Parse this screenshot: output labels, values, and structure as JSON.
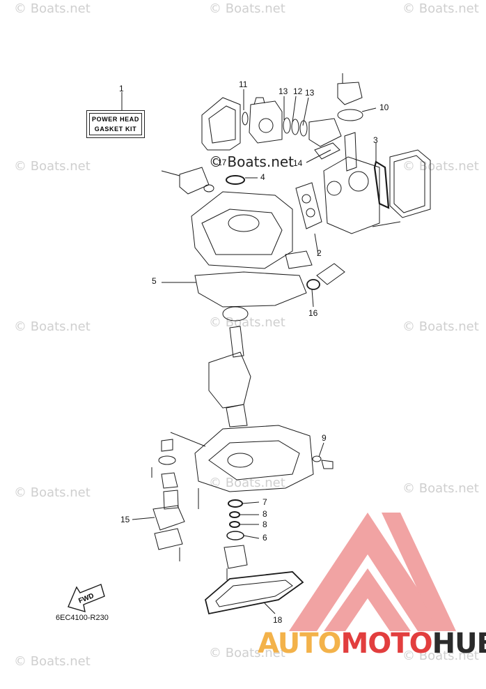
{
  "watermark": "© Boats.net",
  "watermark_dark": "© Boats.net",
  "kit_label": {
    "line1": "POWER HEAD",
    "line2": "GASKET KIT"
  },
  "callouts": [
    {
      "id": "c1",
      "text": "1"
    },
    {
      "id": "c2",
      "text": "2"
    },
    {
      "id": "c3",
      "text": "3"
    },
    {
      "id": "c4",
      "text": "4"
    },
    {
      "id": "c5",
      "text": "5"
    },
    {
      "id": "c6",
      "text": "6"
    },
    {
      "id": "c7",
      "text": "7"
    },
    {
      "id": "c8a",
      "text": "8"
    },
    {
      "id": "c8b",
      "text": "8"
    },
    {
      "id": "c9",
      "text": "9"
    },
    {
      "id": "c10",
      "text": "10"
    },
    {
      "id": "c11",
      "text": "11"
    },
    {
      "id": "c12",
      "text": "12"
    },
    {
      "id": "c13a",
      "text": "13"
    },
    {
      "id": "c13b",
      "text": "13"
    },
    {
      "id": "c14",
      "text": "14"
    },
    {
      "id": "c15",
      "text": "15"
    },
    {
      "id": "c16",
      "text": "16"
    },
    {
      "id": "c17",
      "text": "17"
    },
    {
      "id": "c18",
      "text": "18"
    }
  ],
  "fwd_label": "FWD",
  "diagram_code": "6EC4100-R230",
  "brand": {
    "part1": "AUTO",
    "part2": "MOTO",
    "part3": "HUB"
  },
  "colors": {
    "brand_red": "#e23e3e",
    "brand_orange": "#f3b24a",
    "brand_dark": "#2b2b2b",
    "watermark": "#cfcfcf"
  }
}
